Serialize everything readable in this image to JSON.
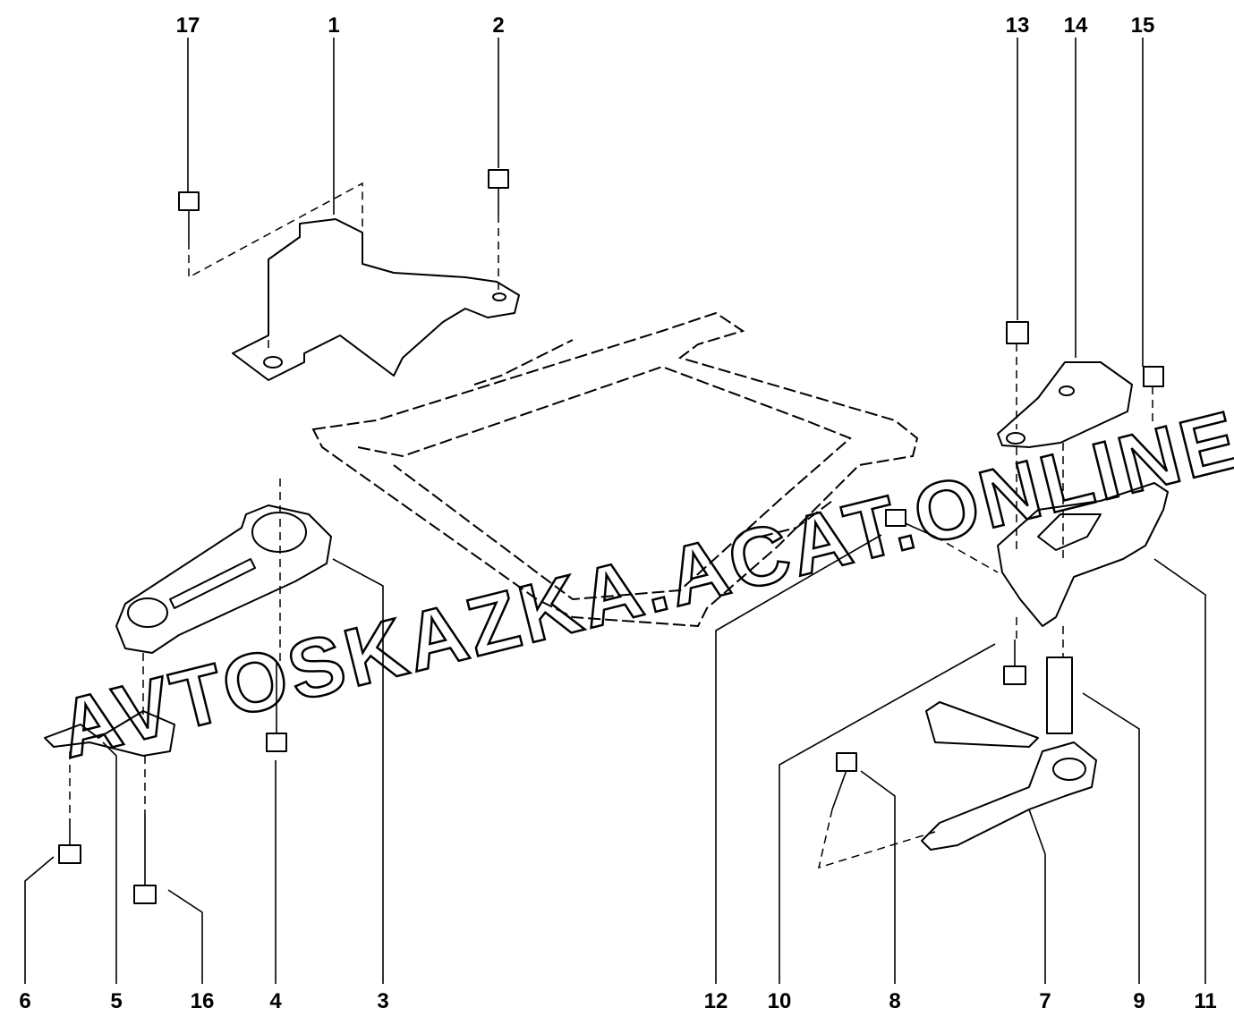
{
  "diagram": {
    "callouts": [
      "17",
      "1",
      "2",
      "13",
      "14",
      "15",
      "6",
      "5",
      "16",
      "4",
      "3",
      "12",
      "10",
      "8",
      "7",
      "9",
      "11"
    ],
    "watermark": "AVTOSKAZKA.ACAT.ONLINE"
  }
}
